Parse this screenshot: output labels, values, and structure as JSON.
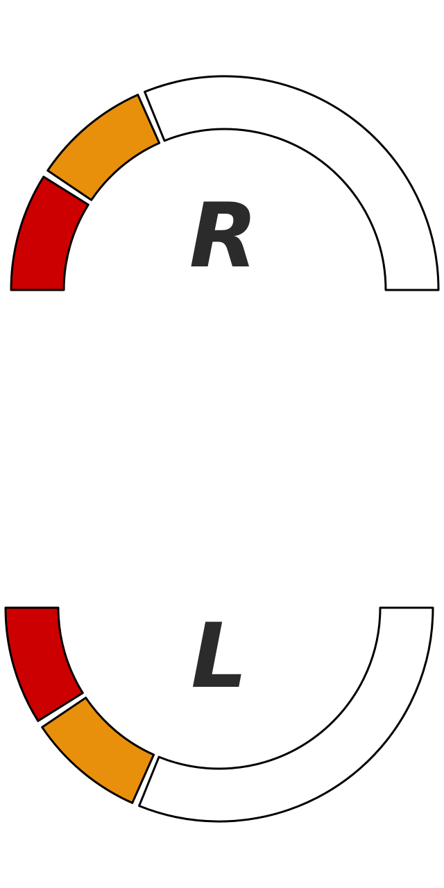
{
  "gauges": [
    {
      "id": "right",
      "label": "R",
      "level_segments_filled": 2,
      "segments_total": 3,
      "segment_colors": [
        "#cc0000",
        "#e8900c",
        "#ffffff"
      ],
      "orientation": "top"
    },
    {
      "id": "left",
      "label": "L",
      "level_segments_filled": 2,
      "segments_total": 3,
      "segment_colors": [
        "#cc0000",
        "#e8900c",
        "#ffffff"
      ],
      "orientation": "bottom"
    }
  ],
  "colors": {
    "critical": "#cc0000",
    "warning": "#e8900c",
    "empty": "#ffffff",
    "outline": "#000000",
    "label": "#2b2b2b"
  }
}
